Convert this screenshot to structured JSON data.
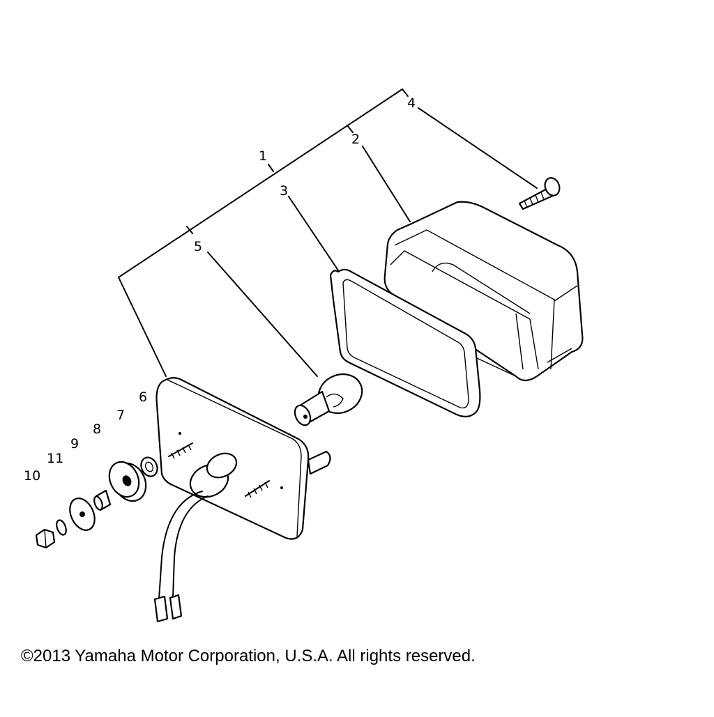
{
  "diagram": {
    "callouts": {
      "c1": "1",
      "c2": "2",
      "c3": "3",
      "c4": "4",
      "c5": "5",
      "c6": "6",
      "c7": "7",
      "c8": "8",
      "c9": "9",
      "c10": "10",
      "c11": "11"
    },
    "parts": [
      "taillight-assembly",
      "lens",
      "gasket",
      "lens-screw",
      "bulb",
      "washer",
      "grommet",
      "collar",
      "plate-washer",
      "nut",
      "spring-washer"
    ]
  },
  "footer": {
    "copyright": "©2013 Yamaha Motor Corporation, U.S.A. All rights reserved."
  }
}
